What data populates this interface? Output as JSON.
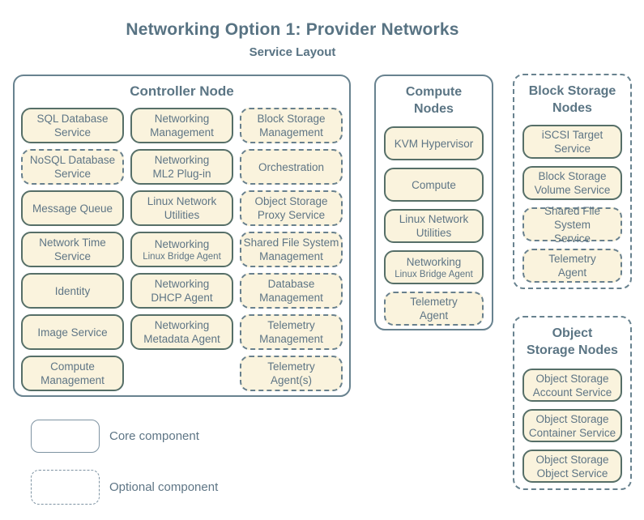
{
  "title": "Networking Option 1: Provider Networks",
  "subtitle": "Service Layout",
  "colors": {
    "box_fill": "#faf3dd",
    "box_border_solid": "#566f68",
    "box_border_dashed": "#68808d",
    "container_border": "#68828f",
    "text": "#5e7585",
    "title_text": "#587383"
  },
  "groups": [
    {
      "id": "controller",
      "title_lines": [
        "Controller Node"
      ],
      "border": "solid",
      "columns": [
        [
          {
            "lines": [
              "SQL Database",
              "Service"
            ],
            "dashed": false
          },
          {
            "lines": [
              "NoSQL Database",
              "Service"
            ],
            "dashed": true
          },
          {
            "lines": [
              "Message Queue"
            ],
            "dashed": false
          },
          {
            "lines": [
              "Network Time",
              "Service"
            ],
            "dashed": false
          },
          {
            "lines": [
              "Identity"
            ],
            "dashed": false
          },
          {
            "lines": [
              "Image Service"
            ],
            "dashed": false
          },
          {
            "lines": [
              "Compute",
              "Management"
            ],
            "dashed": false
          }
        ],
        [
          {
            "lines": [
              "Networking",
              "Management"
            ],
            "dashed": false
          },
          {
            "lines": [
              "Networking",
              "ML2 Plug-in"
            ],
            "dashed": false
          },
          {
            "lines": [
              "Linux Network",
              "Utilities"
            ],
            "dashed": false
          },
          {
            "lines": [
              "Networking"
            ],
            "sub": "Linux Bridge Agent",
            "dashed": false
          },
          {
            "lines": [
              "Networking",
              "DHCP Agent"
            ],
            "dashed": false
          },
          {
            "lines": [
              "Networking",
              "Metadata Agent"
            ],
            "dashed": false
          }
        ],
        [
          {
            "lines": [
              "Block Storage",
              "Management"
            ],
            "dashed": true
          },
          {
            "lines": [
              "Orchestration"
            ],
            "dashed": true
          },
          {
            "lines": [
              "Object Storage",
              "Proxy Service"
            ],
            "dashed": true
          },
          {
            "lines": [
              "Shared File System",
              "Management"
            ],
            "dashed": true
          },
          {
            "lines": [
              "Database",
              "Management"
            ],
            "dashed": true
          },
          {
            "lines": [
              "Telemetry",
              "Management"
            ],
            "dashed": true
          },
          {
            "lines": [
              "Telemetry",
              "Agent(s)"
            ],
            "dashed": true
          }
        ]
      ]
    },
    {
      "id": "compute",
      "title_lines": [
        "Compute",
        "Nodes"
      ],
      "border": "solid",
      "columns": [
        [
          {
            "lines": [
              "KVM Hypervisor"
            ],
            "dashed": false
          },
          {
            "lines": [
              "Compute"
            ],
            "dashed": false
          },
          {
            "lines": [
              "Linux Network",
              "Utilities"
            ],
            "dashed": false
          },
          {
            "lines": [
              "Networking"
            ],
            "sub": "Linux Bridge Agent",
            "dashed": false
          },
          {
            "lines": [
              "Telemetry",
              "Agent"
            ],
            "dashed": true
          }
        ]
      ]
    },
    {
      "id": "block-storage",
      "title_lines": [
        "Block Storage",
        "Nodes"
      ],
      "border": "dashed",
      "columns": [
        [
          {
            "lines": [
              "iSCSI Target",
              "Service"
            ],
            "dashed": false
          },
          {
            "lines": [
              "Block Storage",
              "Volume Service"
            ],
            "dashed": false
          },
          {
            "lines": [
              "Shared File System",
              "Service"
            ],
            "dashed": true
          },
          {
            "lines": [
              "Telemetry",
              "Agent"
            ],
            "dashed": true
          }
        ]
      ]
    },
    {
      "id": "object-storage",
      "title_lines": [
        "Object",
        "Storage Nodes"
      ],
      "border": "dashed",
      "columns": [
        [
          {
            "lines": [
              "Object Storage",
              "Account Service"
            ],
            "dashed": false
          },
          {
            "lines": [
              "Object Storage",
              "Container Service"
            ],
            "dashed": false
          },
          {
            "lines": [
              "Object Storage",
              "Object Service"
            ],
            "dashed": false
          }
        ]
      ]
    }
  ],
  "legend": [
    {
      "style": "solid",
      "label": "Core component"
    },
    {
      "style": "dashed",
      "label": "Optional component"
    }
  ]
}
